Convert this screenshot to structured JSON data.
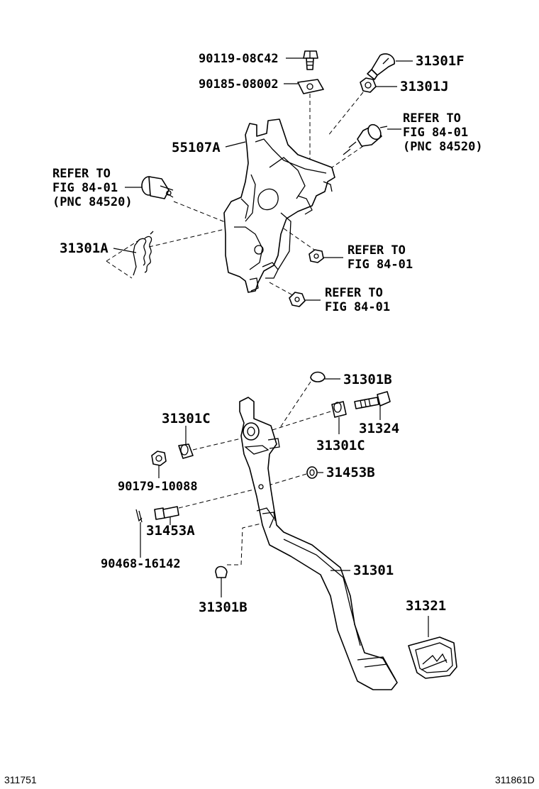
{
  "labels": {
    "bolt_90119": "90119-08C42",
    "clip_90185": "90185-08002",
    "bracket": "55107A",
    "bushing_31301F": "31301F",
    "nut_31301J": "31301J",
    "switch_right_refer": [
      "REFER TO",
      "FIG 84-01",
      "(PNC 84520)"
    ],
    "switch_left_refer": [
      "REFER TO",
      "FIG 84-01",
      "(PNC 84520)"
    ],
    "spring": "31301A",
    "nut_refer_1": [
      "REFER TO",
      "FIG 84-01"
    ],
    "nut_refer_2": [
      "REFER TO",
      "FIG 84-01"
    ],
    "cushion_top": "31301B",
    "bolt_31324": "31324",
    "bushing_left": "31301C",
    "bushing_right": "31301C",
    "nut_90179": "90179-10088",
    "collar_31453B": "31453B",
    "pin_31453A": "31453A",
    "clip_90468": "90468-16142",
    "pedal_arm": "31301",
    "cushion_bottom": "31301B",
    "pedal_pad": "31321"
  },
  "footer": {
    "left_code": "311751",
    "right_code": "311861D"
  }
}
